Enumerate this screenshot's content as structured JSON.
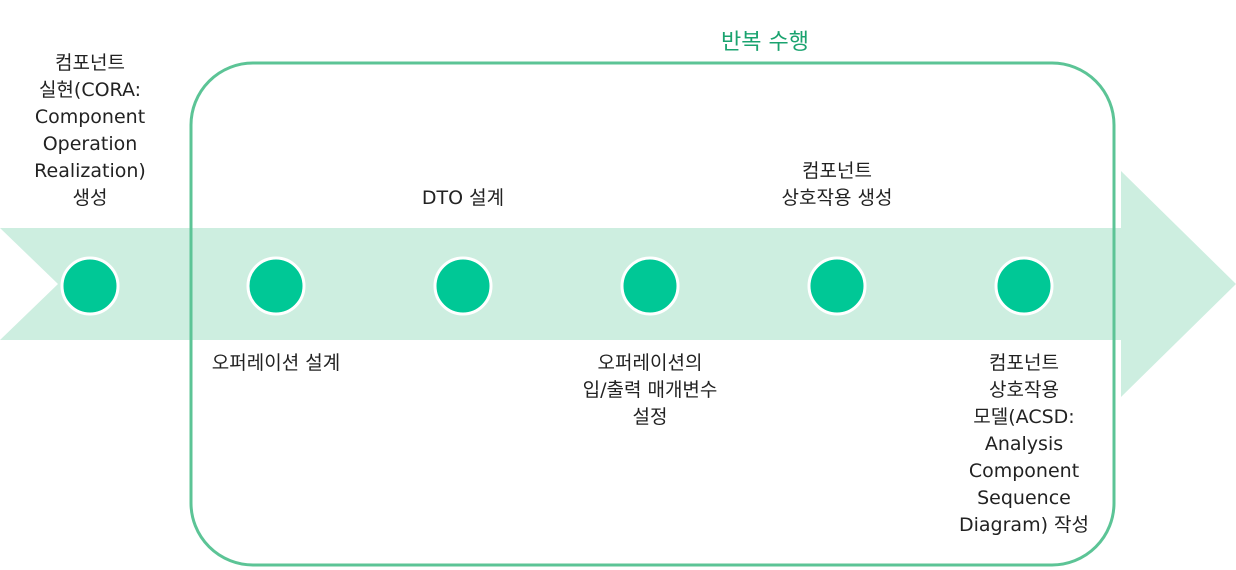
{
  "colors": {
    "arrow_band": "#cdeee0",
    "node_fill": "#00c896",
    "node_stroke": "#ffffff",
    "loop_border": "#5cc496",
    "loop_label": "#1aa36f",
    "text": "#222222"
  },
  "loop": {
    "label": "반복 수행"
  },
  "steps": [
    {
      "id": "cora",
      "position": "above",
      "lines": [
        "컴포넌트",
        "실현(CORA:",
        "Component",
        "Operation",
        "Realization)",
        "생성"
      ]
    },
    {
      "id": "operation-design",
      "position": "below",
      "lines": [
        "오퍼레이션 설계"
      ]
    },
    {
      "id": "dto-design",
      "position": "above",
      "lines": [
        "DTO 설계"
      ]
    },
    {
      "id": "io-params",
      "position": "below",
      "lines": [
        "오퍼레이션의",
        "입/출력 매개변수",
        "설정"
      ]
    },
    {
      "id": "interaction",
      "position": "above",
      "lines": [
        "컴포넌트",
        "상호작용 생성"
      ]
    },
    {
      "id": "acsd",
      "position": "below",
      "lines": [
        "컴포넌트",
        "상호작용",
        "모델(ACSD:",
        "Analysis",
        "Component",
        "Sequence",
        "Diagram) 작성"
      ]
    }
  ]
}
